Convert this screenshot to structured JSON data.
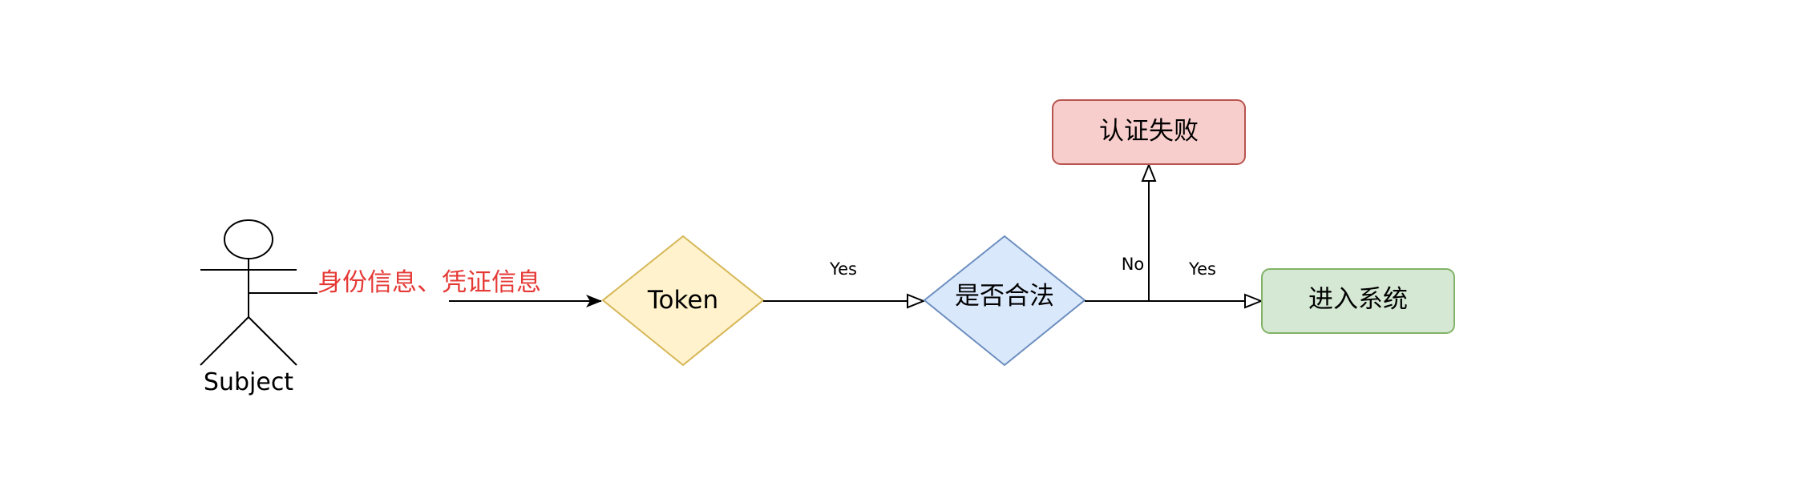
{
  "actor": {
    "label": "Subject"
  },
  "input_label": "身份信息、凭证信息",
  "nodes": {
    "token": {
      "label": "Token"
    },
    "decision": {
      "label": "是否合法"
    },
    "fail": {
      "label": "认证失败"
    },
    "enter": {
      "label": "进入系统"
    }
  },
  "edges": {
    "token_to_decision": {
      "label": "Yes"
    },
    "decision_to_fail": {
      "label": "No"
    },
    "decision_to_enter": {
      "label": "Yes"
    }
  },
  "colors": {
    "input_label": "#e53935",
    "token_fill": "#fff2cc",
    "token_stroke": "#d6b656",
    "decision_fill": "#dae8fc",
    "decision_stroke": "#6c8ebf",
    "fail_fill": "#f8cecc",
    "fail_stroke": "#b85450",
    "enter_fill": "#d5e8d4",
    "enter_stroke": "#82b366",
    "line": "#000000"
  }
}
